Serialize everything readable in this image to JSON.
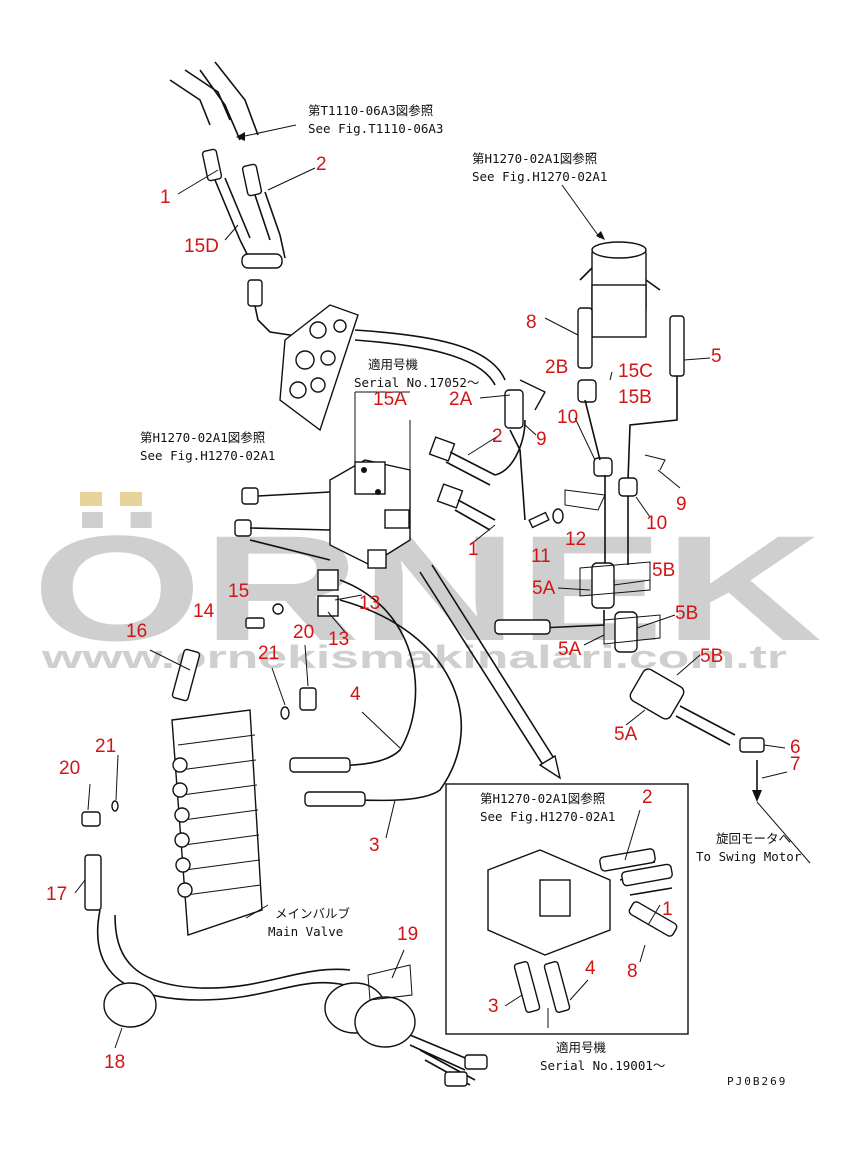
{
  "diagram": {
    "drawing_code": "PJ0B269",
    "references": {
      "fig_t1110_jp": "第T1110-06A3図参照",
      "fig_t1110_en": "See Fig.T1110-06A3",
      "fig_h1270_top_jp": "第H1270-02A1図参照",
      "fig_h1270_top_en": "See Fig.H1270-02A1",
      "fig_h1270_mid_jp": "第H1270-02A1図参照",
      "fig_h1270_mid_en": "See Fig.H1270-02A1",
      "fig_h1270_inset_jp": "第H1270-02A1図参照",
      "fig_h1270_inset_en": "See Fig.H1270-02A1"
    },
    "serial_top_jp": "適用号機",
    "serial_top_en": "Serial No.17052〜",
    "serial_inset_jp": "適用号機",
    "serial_inset_en": "Serial No.19001〜",
    "swing_motor_jp": "旋回モータへ",
    "swing_motor_en": "To Swing Motor",
    "main_valve_jp": "メインバルブ",
    "main_valve_en": "Main Valve",
    "watermark_brand": "ÖRNEK",
    "watermark_url": "www.ornekismakinalari.com.tr",
    "part_labels": [
      "1",
      "2",
      "15D",
      "8",
      "5",
      "2B",
      "15C",
      "2A",
      "15A",
      "15B",
      "10",
      "2",
      "9",
      "9",
      "12",
      "11",
      "10",
      "1",
      "13",
      "5B",
      "5A",
      "5B",
      "5A",
      "15",
      "14",
      "13",
      "20",
      "16",
      "21",
      "5B",
      "4",
      "5A",
      "6",
      "7",
      "21",
      "20",
      "3",
      "17",
      "19",
      "18",
      "2",
      "1",
      "8",
      "4",
      "3"
    ]
  }
}
